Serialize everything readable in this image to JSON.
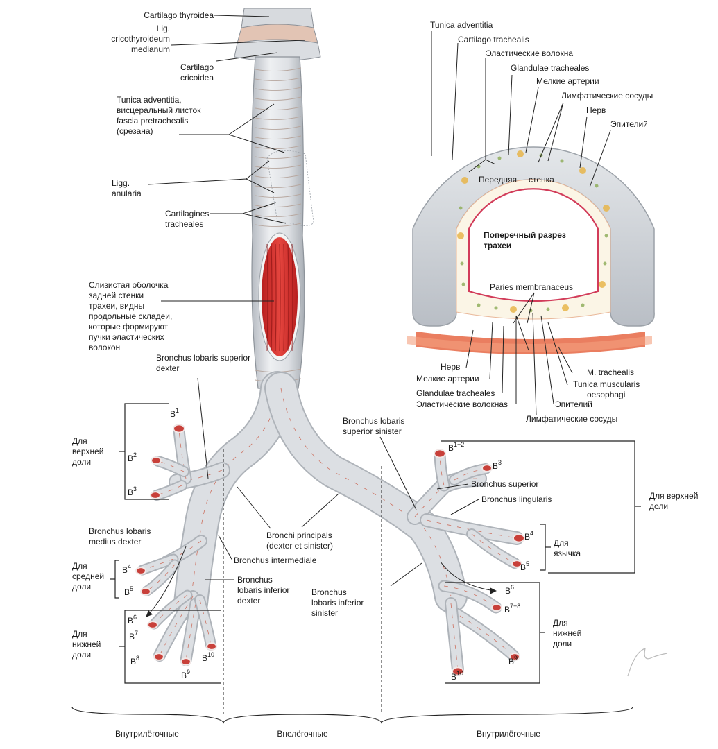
{
  "colors": {
    "airway": "#dcdfe3",
    "airway_shadow": "#aeb3b9",
    "vessel": "#c9553f",
    "mucosa": "#d9312c",
    "cartilage_ring": "#cfd3d8",
    "epithelium": "#d23c5a",
    "gland": "#e7b54a",
    "muscle": "#e86a4e"
  },
  "labels": {
    "cart_thyroidea": "Cartilago thyroidea",
    "lig_crico_1": "Lig.",
    "lig_crico_2": "cricothyroideum",
    "lig_crico_3": "medianum",
    "cart_cricoidea_1": "Cartilago",
    "cart_cricoidea_2": "cricoidea",
    "tun_adv_1": "Tunica adventitia,",
    "tun_adv_2": "висцеральный листок",
    "tun_adv_3": "fascia pretrachealis",
    "tun_adv_4": "(срезана)",
    "ligg_anul_1": "Ligg.",
    "ligg_anul_2": "anularia",
    "cart_trach_1": "Cartilagines",
    "cart_trach_2": "tracheales",
    "mucosa_1": "Слизистая оболочка",
    "mucosa_2": "задней стенки",
    "mucosa_3": "трахеи, видны",
    "mucosa_4": "продольные складеи,",
    "mucosa_5": "которые формируют",
    "mucosa_6": "пучки эластических",
    "mucosa_7": "волокон",
    "bls_dexter_1": "Bronchus lobaris superior",
    "bls_dexter_2": "dexter",
    "upper_lobe_r_1": "Для",
    "upper_lobe_r_2": "верхней",
    "upper_lobe_r_3": "доли",
    "blm_dexter_1": "Bronchus lobaris",
    "blm_dexter_2": "medius dexter",
    "middle_lobe_1": "Для",
    "middle_lobe_2": "средней",
    "middle_lobe_3": "доли",
    "lower_lobe_r_1": "Для",
    "lower_lobe_r_2": "нижней",
    "lower_lobe_r_3": "доли",
    "bronchi_princ_1": "Bronchi principals",
    "bronchi_princ_2": "(dexter et sinister)",
    "bronchus_interm": "Bronchus intermediale",
    "bli_dexter_1": "Bronchus",
    "bli_dexter_2": "lobaris inferior",
    "bli_dexter_3": "dexter",
    "bli_sinister_1": "Bronchus",
    "bli_sinister_2": "lobaris inferior",
    "bli_sinister_3": "sinister",
    "bls_sinister_1": "Bronchus lobaris",
    "bls_sinister_2": "superior sinister",
    "bronchus_superior": "Bronchus superior",
    "bronchus_lingularis": "Bronchus lingularis",
    "upper_lobe_l_1": "Для верхней",
    "upper_lobe_l_2": "доли",
    "lingula_1": "Для",
    "lingula_2": "язычка",
    "lower_lobe_l_1": "Для",
    "lower_lobe_l_2": "нижней",
    "lower_lobe_l_3": "доли"
  },
  "segments": {
    "B": "B",
    "r_b1": "1",
    "r_b2": "2",
    "r_b3": "3",
    "r_b4": "4",
    "r_b5": "5",
    "r_b6": "6",
    "r_b7": "7",
    "r_b8": "8",
    "r_b9": "9",
    "r_b10": "10",
    "l_b12": "1+2",
    "l_b3": "3",
    "l_b4": "4",
    "l_b5": "5",
    "l_b6": "6",
    "l_b78": "7+8",
    "l_b9": "9",
    "l_b10": "10"
  },
  "cross_section": {
    "title_1": "Поперечный разрез",
    "title_2": "трахеи",
    "tunica_adventitia": "Tunica adventitia",
    "cartilago_trachealis": "Cartilago trachealis",
    "elastic_fibers_top": "Эластические волокна",
    "glandulae_top": "Glandulae tracheales",
    "small_arteries_top": "Мелкие артерии",
    "lymph_top": "Лимфатические сосуды",
    "nerve_top": "Нерв",
    "epithelium_top": "Эпителий",
    "anterior_wall_1": "Передняя",
    "anterior_wall_2": "стенка",
    "paries": "Paries membranaceus",
    "nerve_bottom": "Нерв",
    "small_arteries_bottom": "Мелкие артерии",
    "glandulae_bottom": "Glandulae tracheales",
    "elastic_fibers_bottom": "Эластические волокнаs",
    "m_trachealis": "M. trachealis",
    "tunica_musc_1": "Tunica muscularis",
    "tunica_musc_2": "oesophagi",
    "epithelium_bottom": "Эпителий",
    "lymph_bottom": "Лимфатические сосуды"
  },
  "zones": {
    "intra_left": "Внутрилёгочные",
    "extra": "Внелёгочные",
    "intra_right": "Внутрилёгочные"
  }
}
